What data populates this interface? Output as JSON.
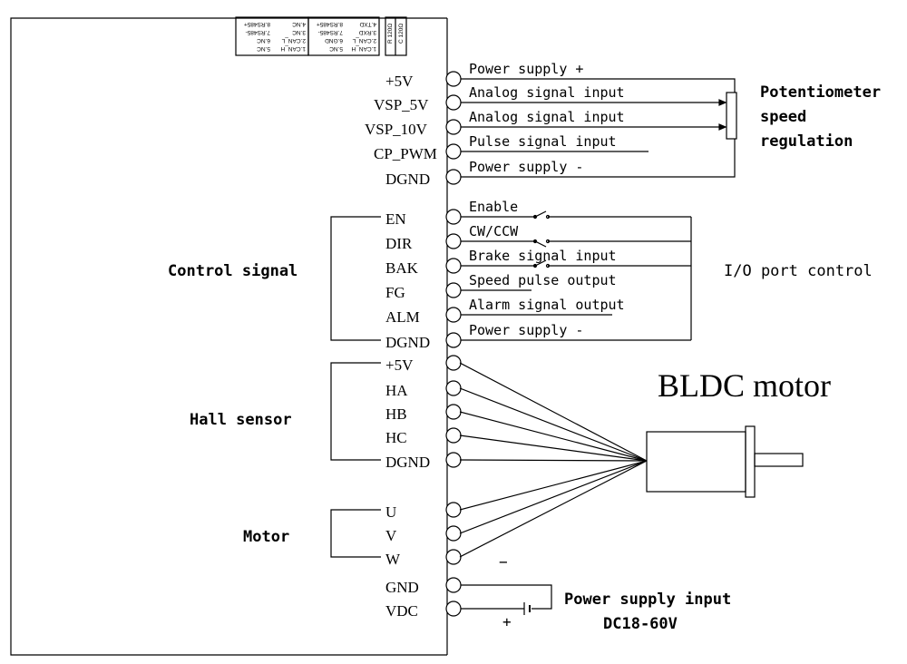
{
  "connector_boxes": {
    "resistors": [
      "C 120Ω",
      "R 120Ω"
    ],
    "port_a": [
      [
        "1.CAN_H",
        "5.NC"
      ],
      [
        "2.CAN_L",
        "6.GND"
      ],
      [
        "3.RXD",
        "7.RS485-"
      ],
      [
        "4.TXD",
        "8.RS485+"
      ]
    ],
    "port_b": [
      [
        "1.CAN_H",
        "5.NC"
      ],
      [
        "2.CAN_L",
        "6.NC"
      ],
      [
        "3.NC",
        "7.RS485-"
      ],
      [
        "4.NC",
        "8.RS485+"
      ]
    ]
  },
  "pins": [
    "+5V",
    "VSP_5V",
    "VSP_10V",
    "CP_PWM",
    "DGND",
    "EN",
    "DIR",
    "BAK",
    "FG",
    "ALM",
    "DGND",
    "+5V",
    "HA",
    "HB",
    "HC",
    "DGND",
    "U",
    "V",
    "W",
    "GND",
    "VDC"
  ],
  "wire_labels": [
    "Power supply +",
    "Analog signal input",
    "Analog signal input",
    "Pulse signal input",
    "Power supply -",
    "Enable",
    "CW/CCW",
    "Brake signal input",
    "Speed pulse output",
    "Alarm signal output",
    "Power supply -"
  ],
  "groups": {
    "control": "Control signal",
    "hall": "Hall sensor",
    "motor": "Motor"
  },
  "potentiometer": [
    "Potentiometer",
    "speed",
    "regulation"
  ],
  "io_label": "I/O port control",
  "motor_title": "BLDC motor",
  "power": {
    "title": "Power supply input",
    "range": "DC18-60V",
    "minus": "−",
    "plus": "+"
  }
}
